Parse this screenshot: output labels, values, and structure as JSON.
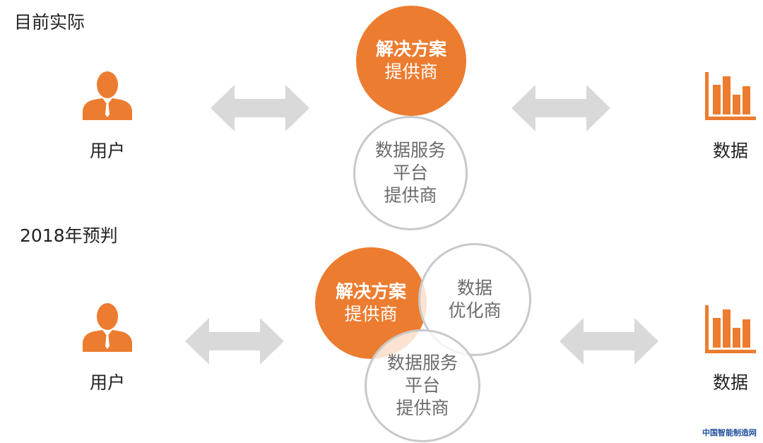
{
  "sections": {
    "current": {
      "title": "目前实际",
      "user_label": "用户",
      "data_label": "数据",
      "solution_lines": [
        "解决方案",
        "提供商"
      ],
      "platform_lines": [
        "数据服务",
        "平台",
        "提供商"
      ]
    },
    "forecast": {
      "title": "2018年预判",
      "user_label": "用户",
      "data_label": "数据",
      "solution_lines": [
        "解决方案",
        "提供商"
      ],
      "optimizer_lines": [
        "数据",
        "优化商"
      ],
      "platform_lines": [
        "数据服务",
        "平台",
        "提供商"
      ]
    }
  },
  "icons": {
    "user": "user-icon",
    "data": "bar-chart-icon",
    "arrow": "double-arrow-icon"
  },
  "colors": {
    "accent": "#ec7c30",
    "arrow": "#d9d9d9",
    "outline": "#c9c9c9",
    "outline_text": "#6b6b6b"
  },
  "watermark": "中国智能制造网"
}
